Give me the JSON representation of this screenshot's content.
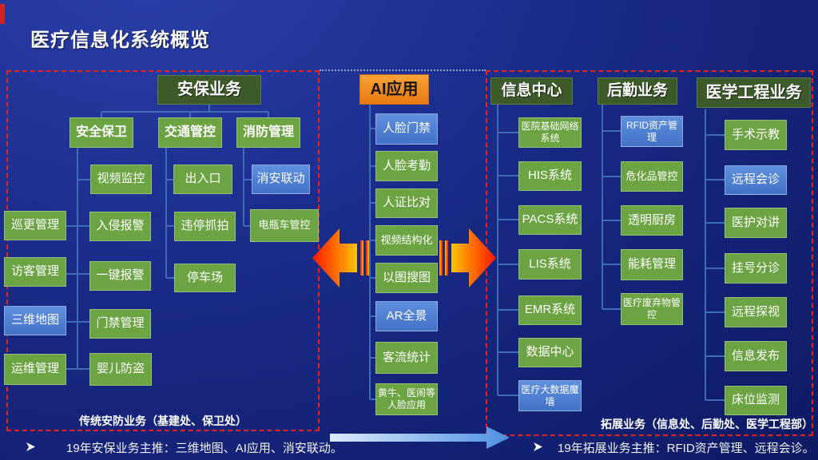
{
  "title": "医疗信息化系统概览",
  "colors": {
    "background_blue": "#16277f",
    "dashed_border_red": "#e8251d",
    "header_dark_green": "#3d5a2a",
    "box_green": "#6ca343",
    "box_highlight_blue": "#4a7cd0",
    "ai_orange": "#ee8318",
    "connector_blue": "#3f6cb5",
    "bottom_arrow_blue": "#4e90e0",
    "side_arrow_red": "#ff1600",
    "side_arrow_yellow": "#ffc400"
  },
  "security": {
    "header": "安保业务",
    "groups": [
      "安全保卫",
      "交通管控",
      "消防管理"
    ],
    "items": [
      "视频监控",
      "出入口",
      "消安联动",
      "巡更管理",
      "入侵报警",
      "违停抓拍",
      "电瓶车管控",
      "访客管理",
      "一键报警",
      "停车场",
      "三维地图",
      "门禁管理",
      "运维管理",
      "婴儿防盗"
    ],
    "caption": "传统安防业务（基建处、保卫处）"
  },
  "ai": {
    "header": "AI应用",
    "items": [
      "人脸门禁",
      "人脸考勤",
      "人证比对",
      "视频结构化",
      "以图搜图",
      "AR全景",
      "客流统计",
      "黄牛、医闹等人脸应用"
    ]
  },
  "info_center": {
    "header": "信息中心",
    "items": [
      "医院基础网络系统",
      "HIS系统",
      "PACS系统",
      "LIS系统",
      "EMR系统",
      "数据中心",
      "医疗大数据魔墙"
    ]
  },
  "logistics": {
    "header": "后勤业务",
    "items": [
      "RFID资产管理",
      "危化品管控",
      "透明厨房",
      "能耗管理",
      "医疗废弃物管控"
    ]
  },
  "med_eng": {
    "header": "医学工程业务",
    "items": [
      "手术示教",
      "远程会诊",
      "医护对讲",
      "挂号分诊",
      "远程探视",
      "信息发布",
      "床位监测"
    ]
  },
  "expanded_caption": "拓展业务（信息处、后勤处、医学工程部）",
  "footnotes": [
    "19年安保业务主推：三维地图、AI应用、消安联动。",
    "19年拓展业务主推：RFID资产管理、远程会诊。"
  ]
}
